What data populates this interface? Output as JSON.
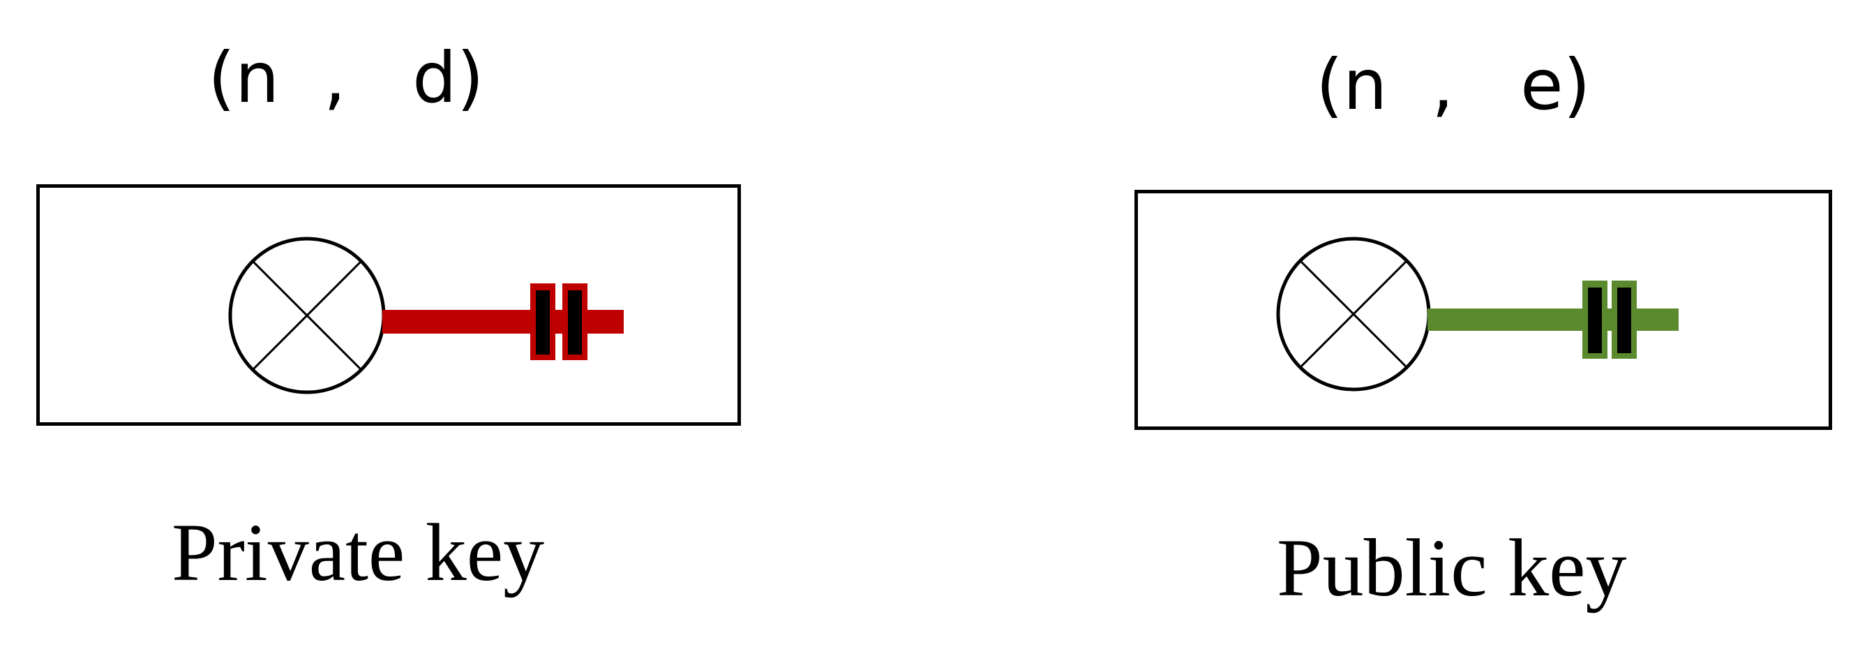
{
  "private_key": {
    "params": "(n  ,   d)",
    "label": "Private key",
    "key_color": "#bf0000",
    "teeth_color": "#000000"
  },
  "public_key": {
    "params": "(n  ,   e)",
    "label": "Public key",
    "key_color": "#5b8a2e",
    "teeth_color": "#000000"
  }
}
